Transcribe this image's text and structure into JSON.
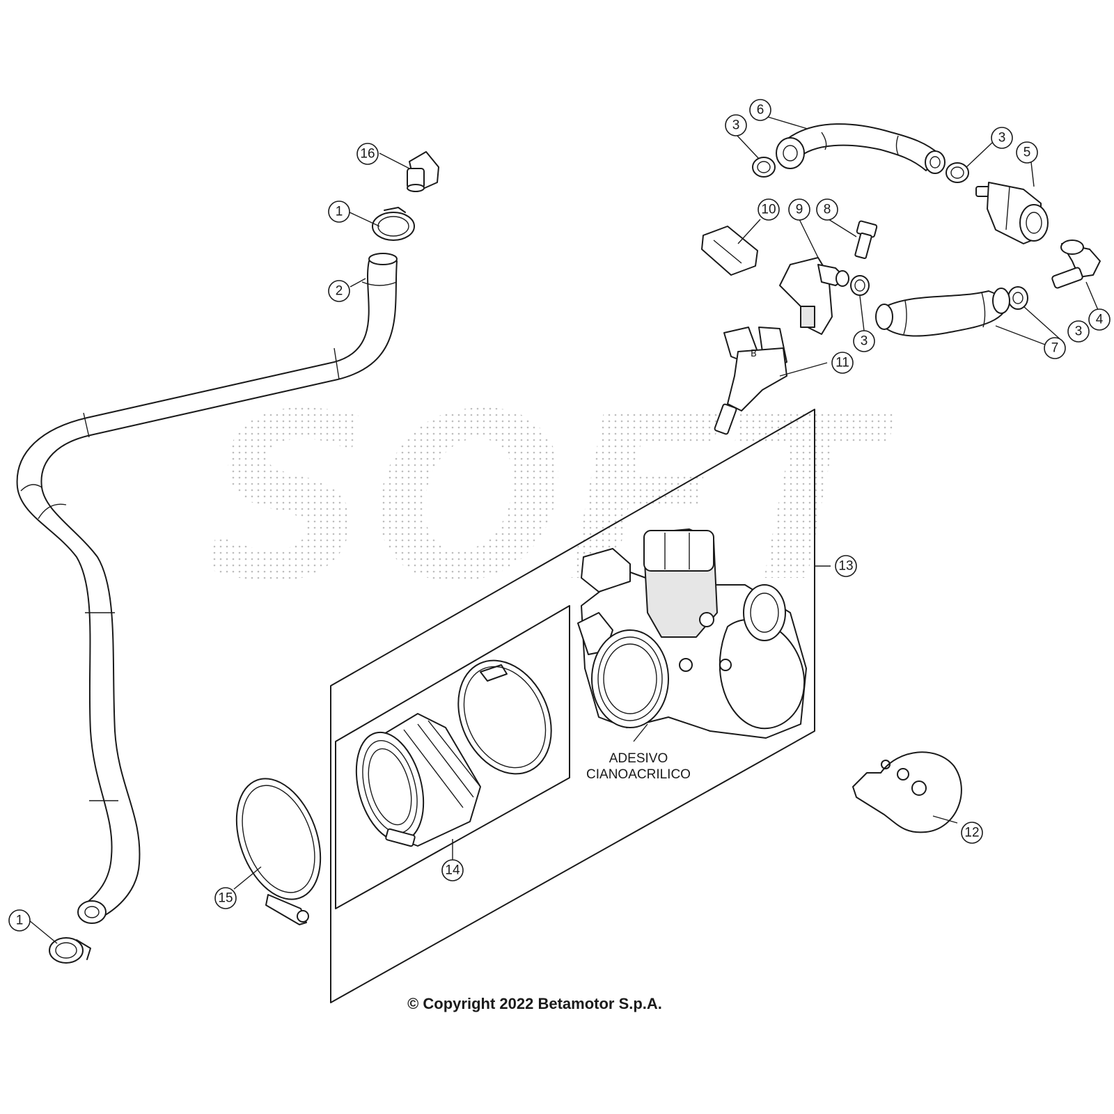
{
  "diagram": {
    "callouts": [
      {
        "id": "c1a",
        "label": "1"
      },
      {
        "id": "c1b",
        "label": "1"
      },
      {
        "id": "c2",
        "label": "2"
      },
      {
        "id": "c3a",
        "label": "3"
      },
      {
        "id": "c3b",
        "label": "3"
      },
      {
        "id": "c3c",
        "label": "3"
      },
      {
        "id": "c3d",
        "label": "3"
      },
      {
        "id": "c4",
        "label": "4"
      },
      {
        "id": "c5",
        "label": "5"
      },
      {
        "id": "c6",
        "label": "6"
      },
      {
        "id": "c7",
        "label": "7"
      },
      {
        "id": "c8",
        "label": "8"
      },
      {
        "id": "c9",
        "label": "9"
      },
      {
        "id": "c10",
        "label": "10"
      },
      {
        "id": "c11",
        "label": "11"
      },
      {
        "id": "c12",
        "label": "12"
      },
      {
        "id": "c13",
        "label": "13"
      },
      {
        "id": "c14",
        "label": "14"
      },
      {
        "id": "c15",
        "label": "15"
      },
      {
        "id": "c16",
        "label": "16"
      }
    ],
    "note": {
      "line1": "ADESIVO",
      "line2": "CIANOACRILICO"
    },
    "watermark": "SOFT",
    "copyright": "© Copyright 2022 Betamotor S.p.A."
  },
  "colors": {
    "line": "#1a1a1a",
    "background": "#ffffff",
    "watermark_dots": "#bdbdbd"
  }
}
